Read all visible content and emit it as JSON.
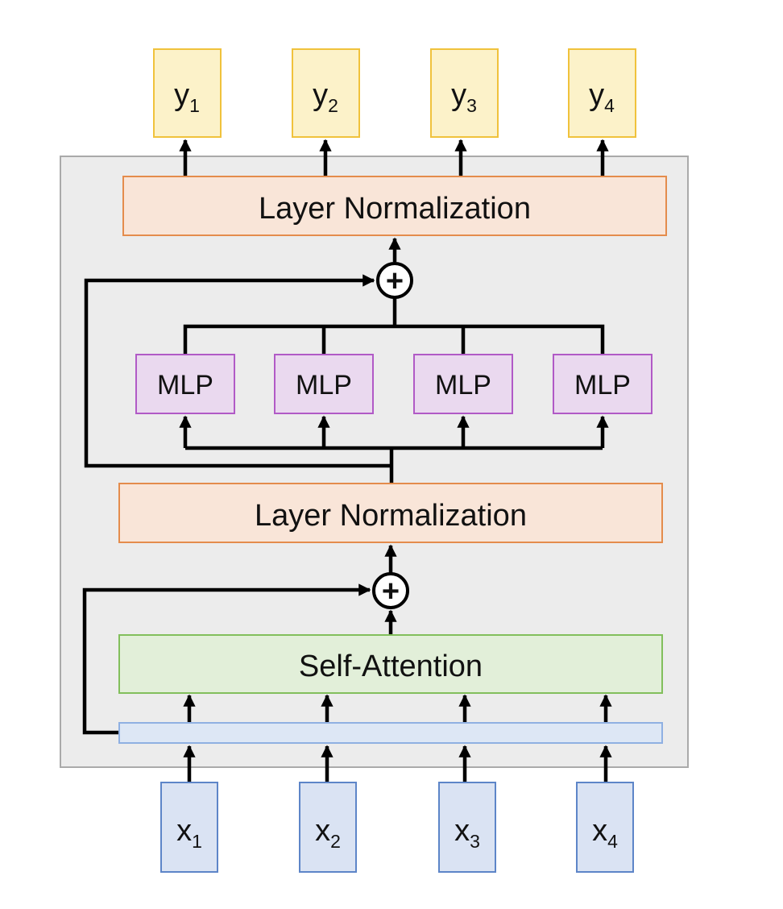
{
  "outputs": [
    {
      "base": "y",
      "sub": "1"
    },
    {
      "base": "y",
      "sub": "2"
    },
    {
      "base": "y",
      "sub": "3"
    },
    {
      "base": "y",
      "sub": "4"
    }
  ],
  "inputs": [
    {
      "base": "x",
      "sub": "1"
    },
    {
      "base": "x",
      "sub": "2"
    },
    {
      "base": "x",
      "sub": "3"
    },
    {
      "base": "x",
      "sub": "4"
    }
  ],
  "mlp_blocks": [
    "MLP",
    "MLP",
    "MLP",
    "MLP"
  ],
  "top_norm_label": "Layer Normalization",
  "mid_norm_label": "Layer Normalization",
  "attention_label": "Self-Attention",
  "add_symbol": "+",
  "colors": {
    "block_bg": "#ececec",
    "block_border": "#aaaaaa",
    "output_fill": "#fcf2c9",
    "output_border": "#f0c23c",
    "norm_fill": "#f9e5d8",
    "norm_border": "#e48c4c",
    "mlp_fill": "#ead9ef",
    "mlp_border": "#b15ac6",
    "attn_fill": "#e2efd9",
    "attn_border": "#82bf5c",
    "embed_fill": "#dde7f5",
    "embed_border": "#8fb0e2",
    "input_fill": "#dae3f3",
    "input_border": "#5d85c8"
  }
}
